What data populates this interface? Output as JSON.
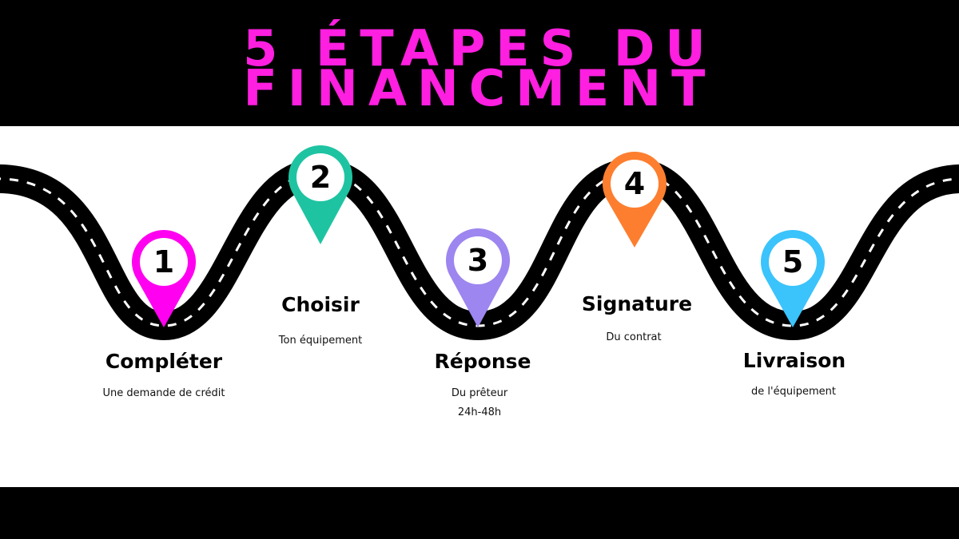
{
  "title": {
    "line1": "5 ÉTAPES DU",
    "line2": "FINANCMENT",
    "color": "#ff1fe1"
  },
  "colors": {
    "background": "#ffffff",
    "band": "#000000",
    "road": "#000000",
    "dash": "#ffffff"
  },
  "steps": [
    {
      "number": "1",
      "title": "Compléter",
      "subtitle": "Une demande de crédit",
      "subtitle2": "",
      "color": "#ff00f0",
      "icon": "map-pin-icon"
    },
    {
      "number": "2",
      "title": "Choisir",
      "subtitle": "Ton équipement",
      "subtitle2": "",
      "color": "#1ec4a2",
      "icon": "map-pin-icon"
    },
    {
      "number": "3",
      "title": "Réponse",
      "subtitle": "Du prêteur",
      "subtitle2": "24h-48h",
      "color": "#9d86ef",
      "icon": "map-pin-icon"
    },
    {
      "number": "4",
      "title": "Signature",
      "subtitle": "Du contrat",
      "subtitle2": "",
      "color": "#fd7e2f",
      "icon": "map-pin-icon"
    },
    {
      "number": "5",
      "title": "Livraison",
      "subtitle": "de l'équipement",
      "subtitle2": "",
      "color": "#3bc3fb",
      "icon": "map-pin-icon"
    }
  ]
}
